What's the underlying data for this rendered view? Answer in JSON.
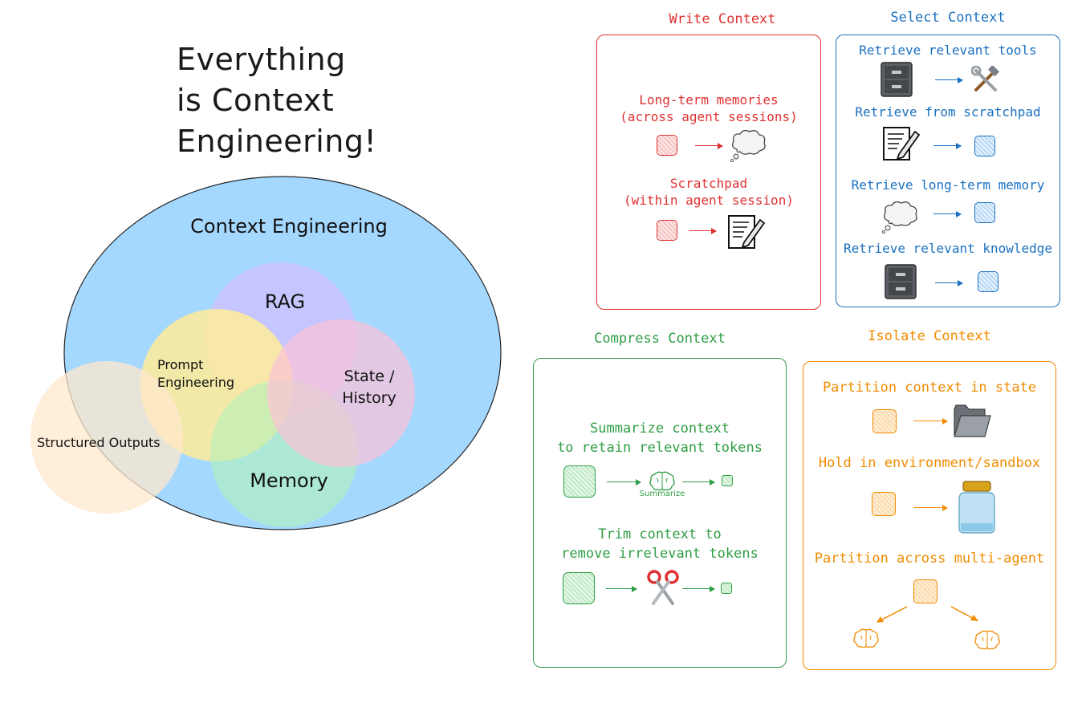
{
  "headline": [
    "Everything",
    "is Context",
    "Engineering!"
  ],
  "venn": {
    "outer_label": "Context Engineering",
    "rag": "RAG",
    "prompt": [
      "Prompt",
      "Engineering"
    ],
    "state": [
      "State /",
      "History"
    ],
    "memory": "Memory",
    "structured": "Structured Outputs"
  },
  "write": {
    "title": "Write Context",
    "color": "#e03131",
    "item1": [
      "Long-term memories",
      "(across agent sessions)"
    ],
    "item2": [
      "Scratchpad",
      "(within agent session)"
    ]
  },
  "select": {
    "title": "Select Context",
    "color": "#1971c2",
    "items": [
      "Retrieve relevant tools",
      "Retrieve from scratchpad",
      "Retrieve long-term memory",
      "Retrieve relevant knowledge"
    ]
  },
  "compress": {
    "title": "Compress Context",
    "color": "#2f9e44",
    "item1": [
      "Summarize context",
      "to retain relevant tokens"
    ],
    "summarize_label": "Summarize",
    "item2": [
      "Trim context to",
      "remove irrelevant tokens"
    ]
  },
  "isolate": {
    "title": "Isolate Context",
    "color": "#f08c00",
    "items": [
      "Partition context in state",
      "Hold in environment/sandbox",
      "Partition across multi-agent"
    ]
  },
  "icons": [
    "file-cabinet-icon",
    "tools-icon",
    "notepad-pencil-icon",
    "thought-cloud-icon",
    "folder-icon",
    "jar-icon",
    "brain-icon",
    "scissors-icon"
  ]
}
